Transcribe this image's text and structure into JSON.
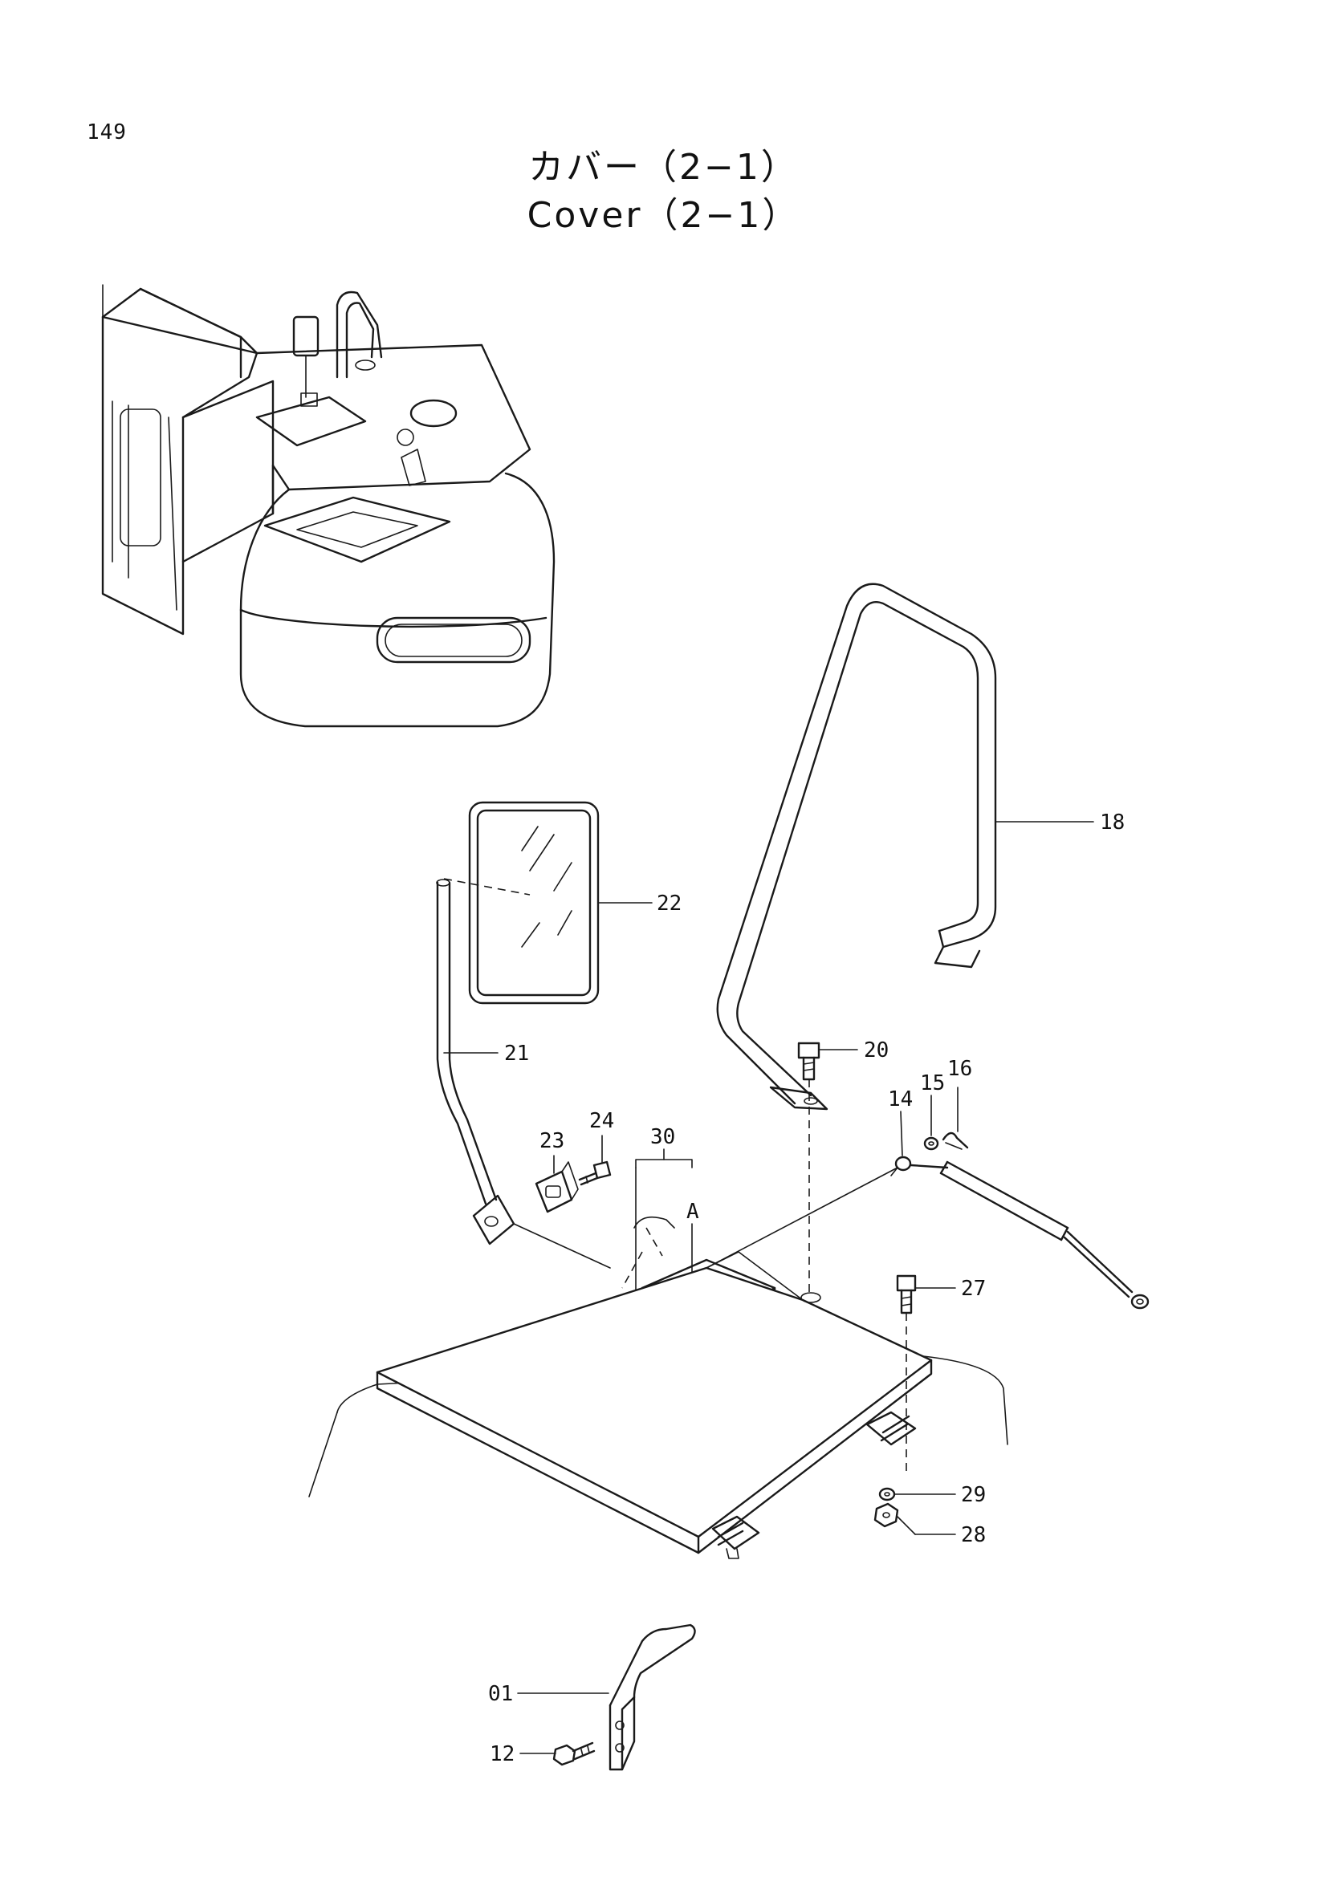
{
  "page_number": "149",
  "title_ja": "カバー（2−1）",
  "title_en": "Cover（2−1）",
  "callouts": {
    "p01": "01",
    "p12": "12",
    "p14": "14",
    "p15": "15",
    "p16": "16",
    "p18": "18",
    "p20": "20",
    "p21": "21",
    "p22": "22",
    "p23": "23",
    "p24": "24",
    "p27": "27",
    "p28": "28",
    "p29": "29",
    "p30": "30",
    "detail_a": "A"
  }
}
